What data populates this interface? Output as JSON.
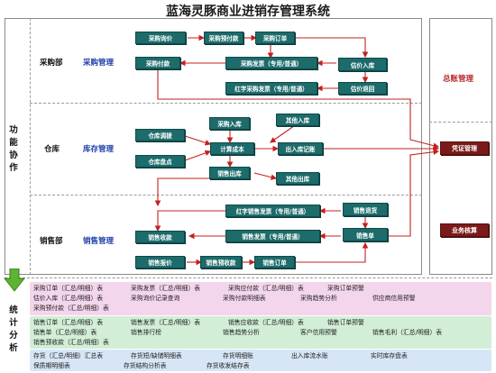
{
  "title": "蓝海灵豚商业进销存管理系统",
  "side_labels": {
    "function_collab": "功能协作",
    "stat_analysis": "统计分析"
  },
  "rows": {
    "purchase": {
      "dept": "采购部",
      "module": "采购管理"
    },
    "warehouse": {
      "dept": "仓库",
      "module": "库存管理"
    },
    "sales": {
      "dept": "销售部",
      "module": "销售管理"
    }
  },
  "right": {
    "ledger": "总账管理",
    "voucher": "凭证管理",
    "business": "业务核算"
  },
  "boxes": {
    "purchase_inquiry": "采购询价",
    "purchase_prepay": "采购预付款",
    "purchase_order": "采购订单",
    "purchase_payment": "采购付款",
    "purchase_invoice": "采购发票（专用/普通）",
    "estimate_in": "估价入库",
    "red_purchase_invoice": "红字采购发票（专用/普通）",
    "estimate_return": "估价退回",
    "stock_transfer": "仓库调拨",
    "purchase_in": "采购入库",
    "other_in": "其他入库",
    "stock_count": "仓库盘点",
    "calc_cost": "计算成本",
    "io_record": "出入库记账",
    "sales_out": "销售出库",
    "other_out": "其他出库",
    "red_sales_invoice": "红字销售发票（专用/普通）",
    "sales_return": "销售退货",
    "sales_receipt": "销售收款",
    "sales_invoice": "销售发票（专用/普通）",
    "sales_slip": "销售单",
    "sales_quote": "销售报价",
    "sales_prereceipt": "销售预收款",
    "sales_order": "销售订单"
  },
  "stats": {
    "purchase": {
      "color": "#f4d6ec",
      "lines": [
        [
          "采购订单（汇总/明细）表",
          "采购发票（汇总/明细）表",
          "采购应付款（汇总/明细）表",
          "采购订单预警"
        ],
        [
          "估价入库（汇总/明细）表",
          "采购询价记录查询",
          "采购付款明细表",
          "采购趋势分析",
          "供应商信用预警"
        ],
        [
          "采购预付款（汇总/明细）表"
        ]
      ]
    },
    "sales": {
      "color": "#d3eed6",
      "lines": [
        [
          "销售订单（汇总/明细）表",
          "销售发票（汇总/明细）表",
          "销售应收款（汇总/明细）表",
          "销售订单预警"
        ],
        [
          "销售单（汇总/明细）表",
          "销售排行榜",
          "销售趋势分析",
          "客户信用预警",
          "销售毛利（汇总/明细）表"
        ],
        [
          "销售预收款（汇总/明细）表"
        ]
      ]
    },
    "inventory": {
      "color": "#d6e6f6",
      "lines": [
        [
          "存货（汇总/明细）汇总表",
          "存货短/缺储明细表",
          "存货明细账",
          "出入库流水账",
          "实时库存盘表"
        ],
        [
          "保质期明细表",
          "存货结构分析表",
          "存货收发结存表"
        ]
      ]
    }
  }
}
